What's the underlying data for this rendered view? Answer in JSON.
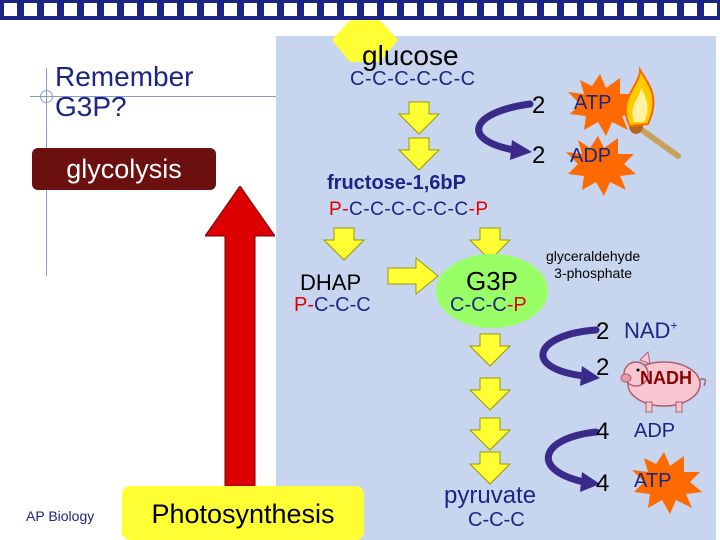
{
  "slide": {
    "title_line1": "Remember",
    "title_line2": "G3P?",
    "glycolysis_label": "glycolysis",
    "photosynthesis_label": "Photosynthesis",
    "footer": "AP Biology"
  },
  "pathway": {
    "glucose": "glucose",
    "glucose_carbons": [
      "C",
      "-",
      "C",
      "-",
      "C",
      "-",
      "C",
      "-",
      "C",
      "-",
      "C"
    ],
    "fructose": "fructose-1,6b",
    "fructose_p": "P",
    "fbp_formula": [
      "P",
      "-",
      "C",
      "-",
      "C",
      "-",
      "C",
      "-",
      "C",
      "-",
      "C",
      "-",
      "C",
      "-",
      "P"
    ],
    "dhap": "DHAP",
    "dhap_formula": [
      "P",
      "-",
      "C",
      "-",
      "C",
      "-",
      "C"
    ],
    "g3p": "G3P",
    "g3p_formula": [
      "C",
      "-",
      "C",
      "-",
      "C",
      "-",
      "P"
    ],
    "g3p_full_line1": "glyceraldehyde",
    "g3p_full_line2": "3-phosphate",
    "pyruvate": "pyruvate",
    "pyruvate_formula": "C-C-C"
  },
  "energy": {
    "atp_in_count": "2",
    "atp_in_label": "ATP",
    "adp_out_count": "2",
    "adp_out_label": "ADP",
    "nad_count": "2",
    "nad_label": "NAD",
    "nad_sup": "+",
    "nadh_count": "2",
    "nadh_label": "NADH",
    "adp_in_count": "4",
    "adp_in_label": "ADP",
    "atp_out_count": "4",
    "atp_out_label": "ATP"
  },
  "colors": {
    "navy": "#1c2585",
    "phosphate_red": "#e00000",
    "panel": "#c7d5ee",
    "arrow_yellow": "#ffff33",
    "g3p_green": "#99ff66",
    "glycolysis_box": "#6b0f0f",
    "big_arrow_red": "#dd0000",
    "starburst": "#ff6a00",
    "curved_arrow": "#3a2a8a"
  },
  "icons": [
    "match-flame-icon",
    "pig-icon",
    "starburst-icon",
    "hexagon-icon"
  ]
}
